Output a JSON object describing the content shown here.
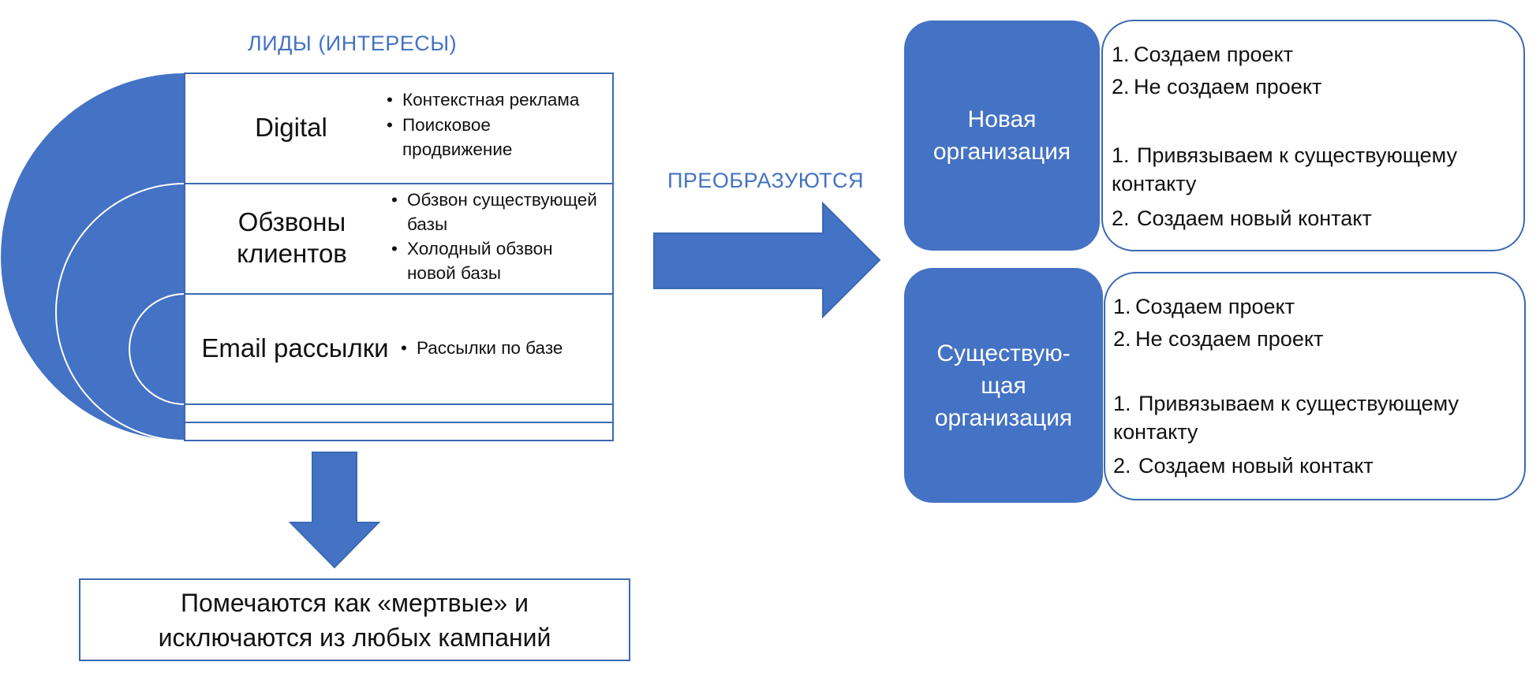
{
  "leads": {
    "title": "ЛИДЫ (ИНТЕРЕСЫ)",
    "rows": [
      {
        "title": "Digital",
        "bullets": [
          "Контекстная реклама",
          "Поисковое продвижение"
        ]
      },
      {
        "title": "Обзвоны клиентов",
        "bullets": [
          "Обзвон существующей базы",
          "Холодный обзвон новой базы"
        ]
      },
      {
        "title": "Email рассылки",
        "bullets": [
          "Рассылки по базе"
        ]
      }
    ]
  },
  "transform_label": "ПРЕОБРАЗУЮТСЯ",
  "dead_leads_text": "Помечаются как «мертвые» и исключаются из любых кампаний",
  "organizations": [
    {
      "label": "Новая организация",
      "options": [
        "Создаем проект",
        "Не создаем проект",
        "Привязываем к существующему контакту",
        "Создаем новый контакт"
      ]
    },
    {
      "label": "Существую-щая организация",
      "options": [
        "Создаем проект",
        "Не создаем проект",
        "Привязываем к существующему контакту",
        "Создаем новый контакт"
      ]
    }
  ],
  "colors": {
    "accent": "#4472c4",
    "border": "#3b6ab2",
    "text": "#111111"
  }
}
